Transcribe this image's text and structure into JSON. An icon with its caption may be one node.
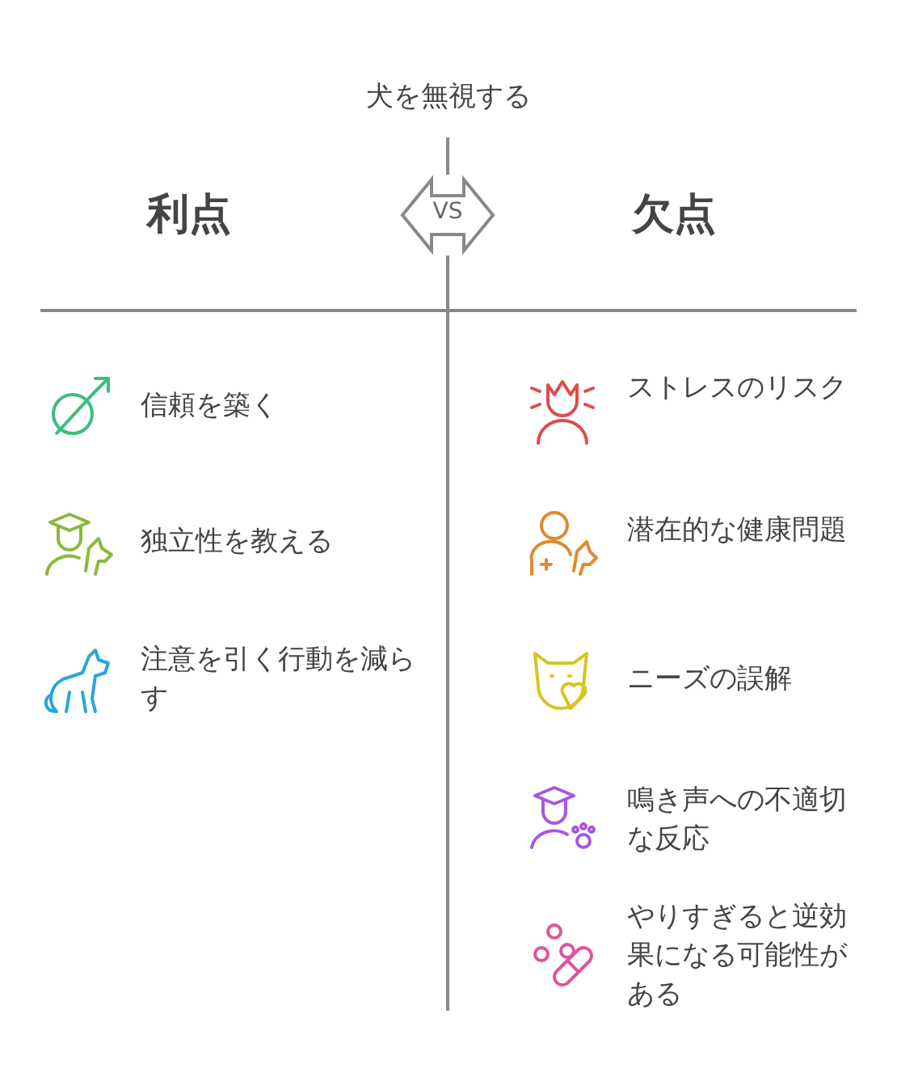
{
  "diagram": {
    "title": "犬を無視する",
    "nodes": [
      {
        "text": [
          "利点"
        ]
      },
      {
        "text": [
          "VS"
        ]
      },
      {
        "text": [
          "欠点"
        ]
      },
      {
        "text": [
          "信頼を築く"
        ]
      },
      {
        "text": [
          "独立性を教える"
        ]
      },
      {
        "text": [
          "注意を引く行動を減らす"
        ]
      },
      {
        "text": [
          "ストレスのリスク"
        ]
      },
      {
        "text": [
          "潜在的な健康問題"
        ]
      },
      {
        "text": [
          "ニーズの誤解"
        ]
      },
      {
        "text": [
          "鳴き声への不適切な反応"
        ]
      },
      {
        "text": [
          "やりすぎると逆効果になる可能性がある"
        ]
      }
    ],
    "edges": []
  }
}
